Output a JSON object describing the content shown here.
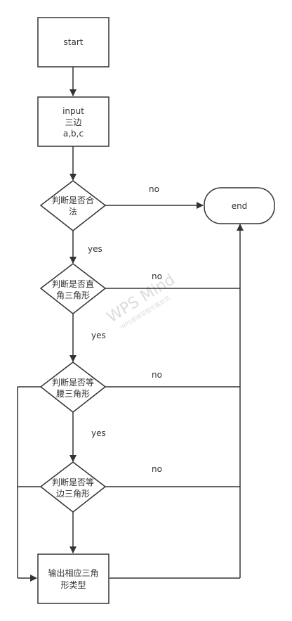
{
  "flowchart": {
    "start": "start",
    "input": [
      "input",
      "三边",
      "a,b,c"
    ],
    "check_valid": [
      "判断是否合",
      "法"
    ],
    "end": "end",
    "check_right": [
      "判断是否直",
      "角三角形"
    ],
    "check_isosceles": [
      "判断是否等",
      "腰三角形"
    ],
    "check_equilateral": [
      "判断是否等",
      "边三角形"
    ],
    "output": [
      "输出相应三角",
      "形类型"
    ],
    "edges": {
      "no_valid": "no",
      "yes_valid": "yes",
      "no_right": "no",
      "yes_right": "yes",
      "no_isosceles": "no",
      "yes_isosceles": "yes",
      "no_equilateral": "no"
    }
  },
  "watermark": {
    "main": "WPS Mind",
    "sub": "WPS思维导图专属会员"
  },
  "colors": {
    "stroke": "#333333",
    "text": "#333333",
    "background": "#ffffff"
  }
}
